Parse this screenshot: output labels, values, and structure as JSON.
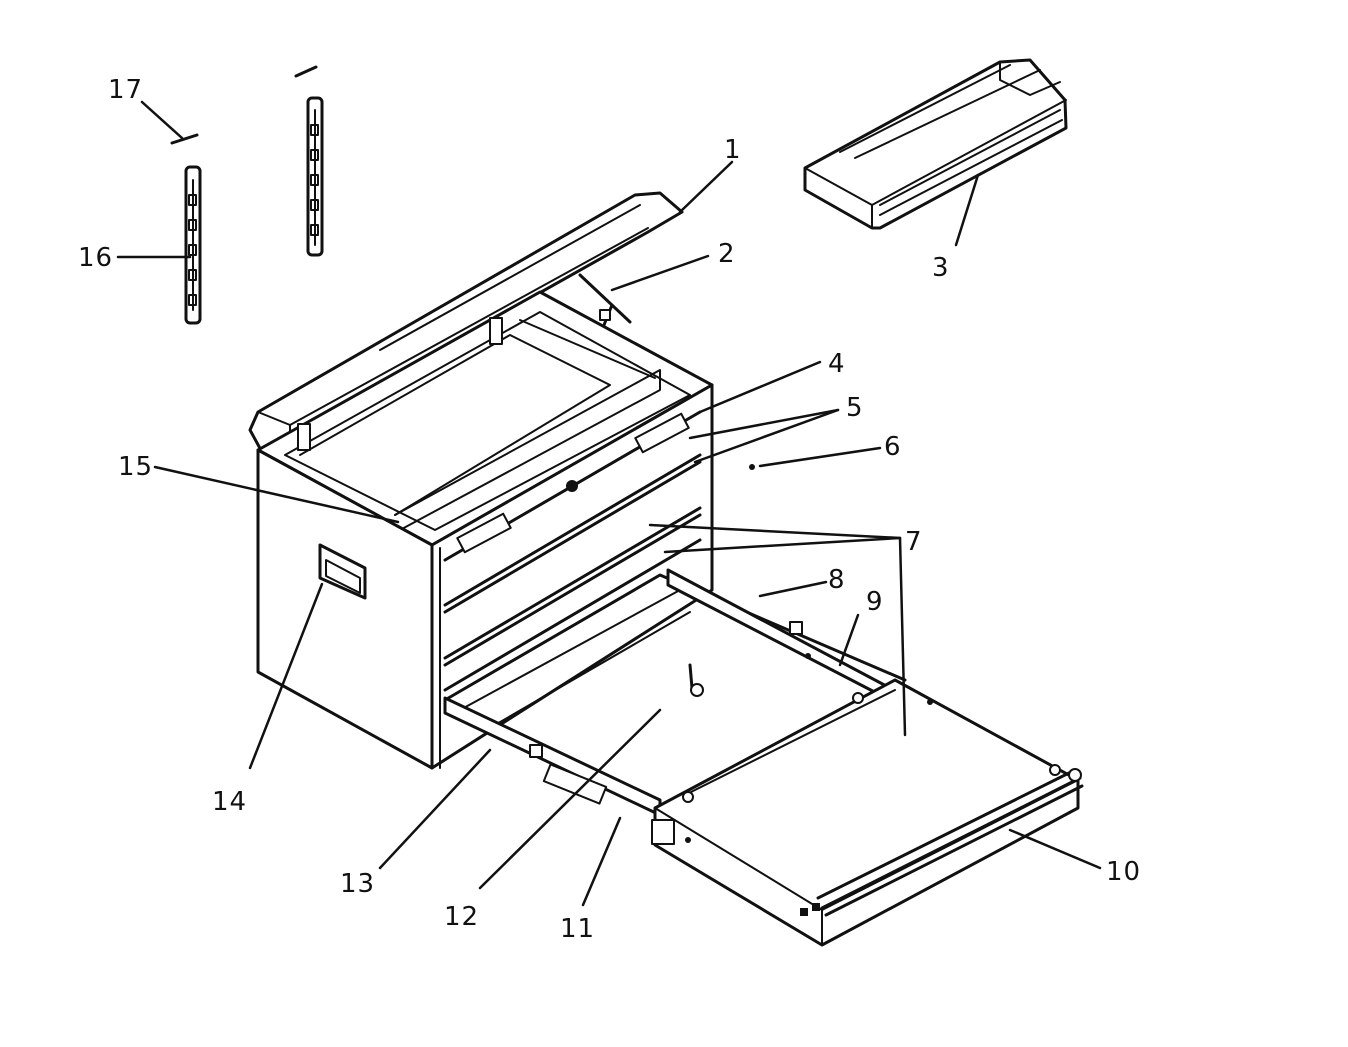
{
  "labels": {
    "p1": "1",
    "p2": "2",
    "p3": "3",
    "p4": "4",
    "p5": "5",
    "p6": "6",
    "p7": "7",
    "p8": "8",
    "p9": "9",
    "p10": "10",
    "p11": "11",
    "p12": "12",
    "p13": "13",
    "p14": "14",
    "p15": "15",
    "p16": "16",
    "p17": "17"
  }
}
